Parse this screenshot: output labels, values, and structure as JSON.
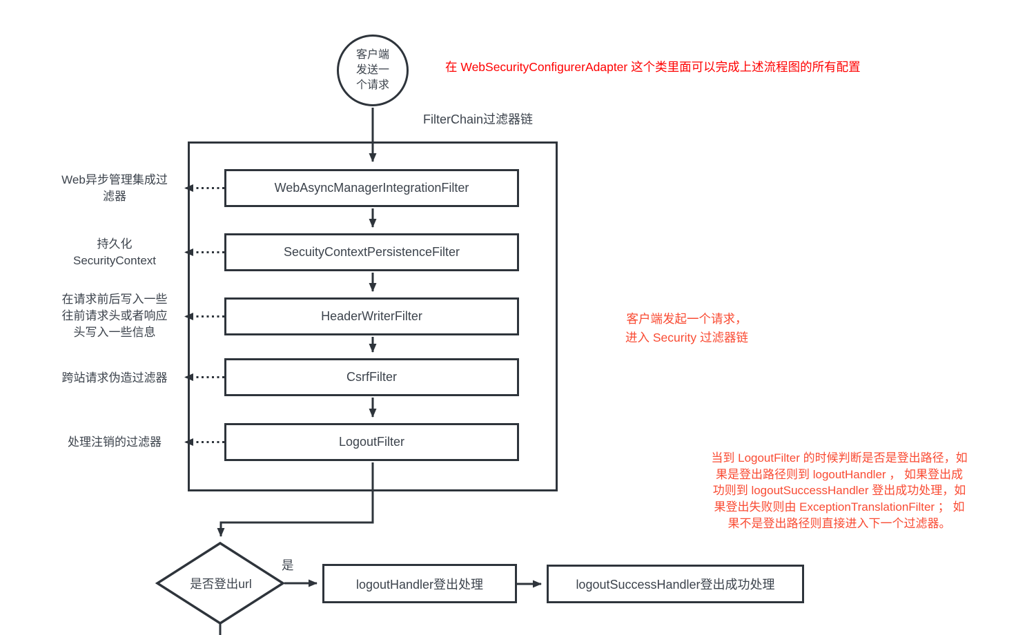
{
  "colors": {
    "stroke": "#2e343b",
    "text": "#3c434c",
    "red_title": "#fe0000",
    "red_note": "#f94b33",
    "background": "#ffffff"
  },
  "flow": {
    "start": "客户端\n发送一\n个请求",
    "chain_label": "FilterChain过滤器链",
    "filters": [
      {
        "label": "WebAsyncManagerIntegrationFilter",
        "note": "Web异步管理集成过\n滤器"
      },
      {
        "label": "SecuityContextPersistenceFilter",
        "note": "持久化\nSecurityContext"
      },
      {
        "label": "HeaderWriterFilter",
        "note": "在请求前后写入一些\n往前请求头或者响应\n头写入一些信息"
      },
      {
        "label": "CsrfFilter",
        "note": "跨站请求伪造过滤器"
      },
      {
        "label": "LogoutFilter",
        "note": "处理注销的过滤器"
      }
    ],
    "decision": "是否登出url",
    "yes": "是",
    "logout_handler": "logoutHandler登出处理",
    "logout_success_handler": "logoutSuccessHandler登出成功处理"
  },
  "notes": {
    "config": "在 WebSecurityConfigurerAdapter 这个类里面可以完成上述流程图的所有配置",
    "request": "客户端发起一个请求，\n进入 Security 过滤器链",
    "logout": "当到 LogoutFilter 的时候判断是否是登出路径，如\n果是登出路径则到 logoutHandler ， 如果登出成\n功则到 logoutSuccessHandler 登出成功处理，如\n果登出失败则由 ExceptionTranslationFilter ； 如\n果不是登出路径则直接进入下一个过滤器。"
  }
}
